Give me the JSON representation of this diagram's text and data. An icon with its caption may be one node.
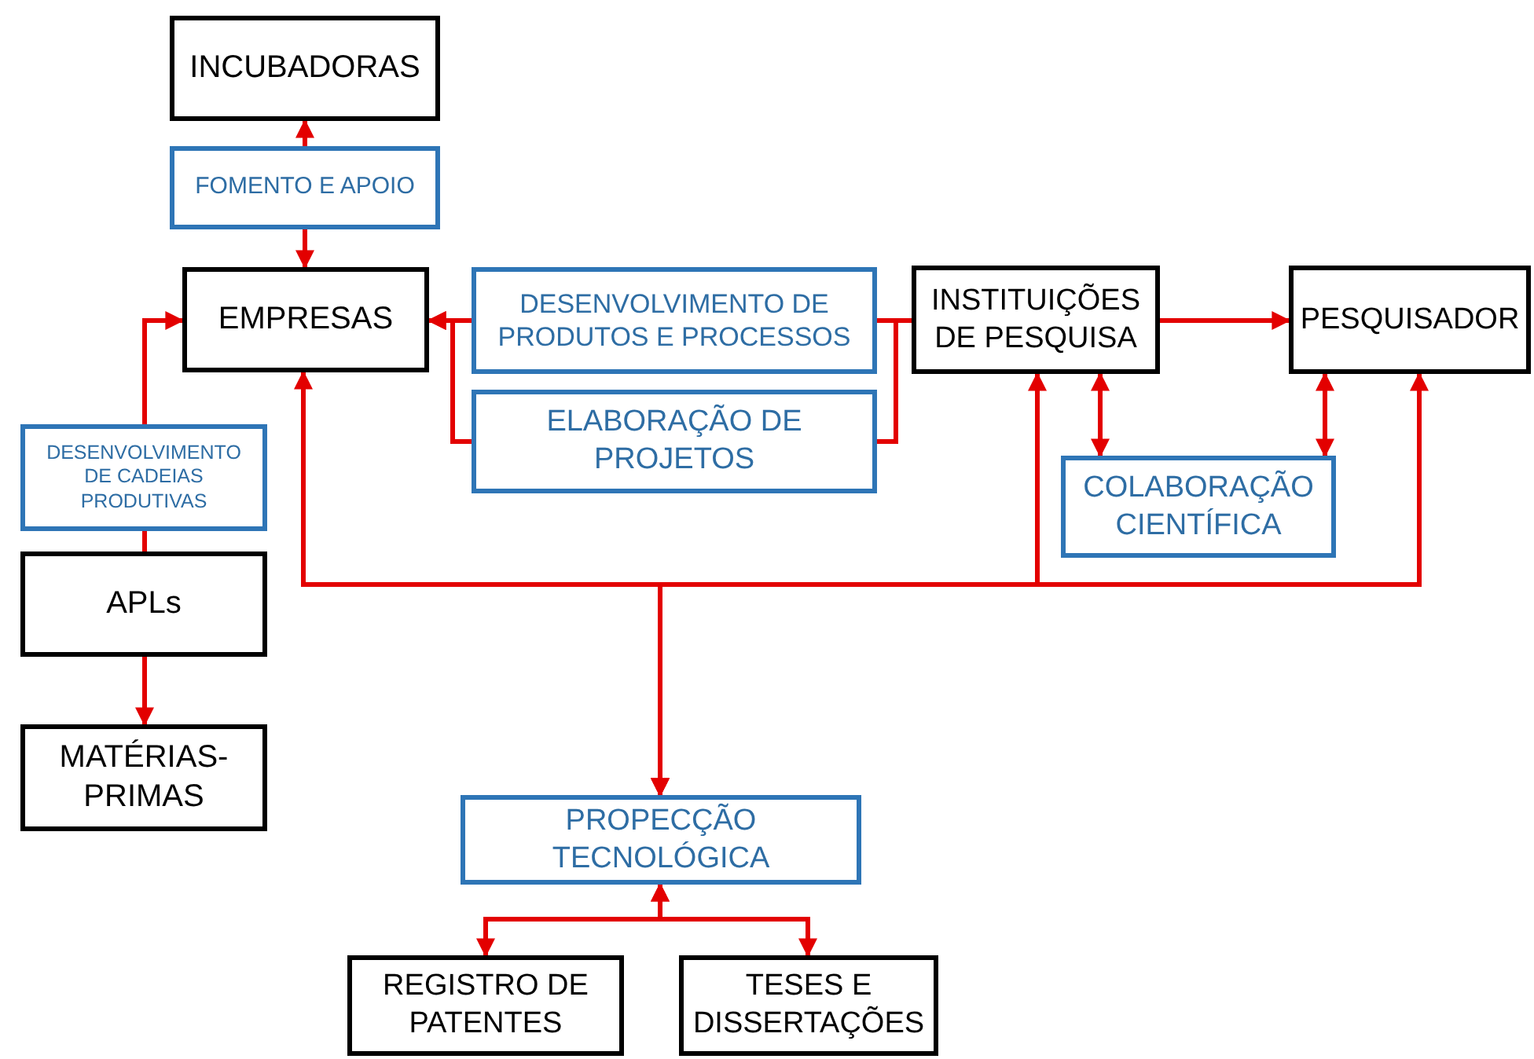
{
  "diagram": {
    "nodes": [
      {
        "text": [
          "INCUBADORAS"
        ]
      },
      {
        "text": [
          "FOMENTO E APOIO"
        ]
      },
      {
        "text": [
          "EMPRESAS"
        ]
      },
      {
        "text": [
          "DESENVOLVIMENTO DE PRODUTOS E PROCESSOS"
        ]
      },
      {
        "text": [
          "ELABORAÇÃO DE PROJETOS"
        ]
      },
      {
        "text": [
          "INSTITUIÇÕES DE PESQUISA"
        ]
      },
      {
        "text": [
          "PESQUISADOR"
        ]
      },
      {
        "text": [
          "COLABORAÇÃO CIENTÍFICA"
        ]
      },
      {
        "text": [
          "DESENVOLVIMENTO DE CADEIAS PRODUTIVAS"
        ]
      },
      {
        "text": [
          "APLs"
        ]
      },
      {
        "text": [
          "MATÉRIAS-PRIMAS"
        ]
      },
      {
        "text": [
          "PROPECÇÃO TECNOLÓGICA"
        ]
      },
      {
        "text": [
          "REGISTRO DE PATENTES"
        ]
      },
      {
        "text": [
          "TESES E DISSERTAÇÕES"
        ]
      }
    ],
    "edges": [
      {
        "from": 1,
        "to": 0,
        "arrow": "to"
      },
      {
        "from": 1,
        "to": 2,
        "arrow": "to"
      },
      {
        "from": 8,
        "to": 2,
        "arrow": "to"
      },
      {
        "from": 9,
        "to": 8,
        "arrow": "none"
      },
      {
        "from": 9,
        "to": 10,
        "arrow": "to"
      },
      {
        "from": 5,
        "to": 3,
        "arrow": "none"
      },
      {
        "from": 5,
        "to": 4,
        "arrow": "none"
      },
      {
        "from": 3,
        "to": 2,
        "arrow": "to"
      },
      {
        "from": 4,
        "to": 2,
        "arrow": "to"
      },
      {
        "from": 5,
        "to": 6,
        "arrow": "to"
      },
      {
        "from": 5,
        "to": 7,
        "arrow": "both"
      },
      {
        "from": 6,
        "to": 7,
        "arrow": "both"
      },
      {
        "from": 11,
        "to": 2,
        "arrow": "both"
      },
      {
        "from": 11,
        "to": 5,
        "arrow": "both"
      },
      {
        "from": 11,
        "to": 6,
        "arrow": "both"
      },
      {
        "from": 11,
        "to": 12,
        "arrow": "both"
      },
      {
        "from": 11,
        "to": 13,
        "arrow": "both"
      }
    ]
  }
}
